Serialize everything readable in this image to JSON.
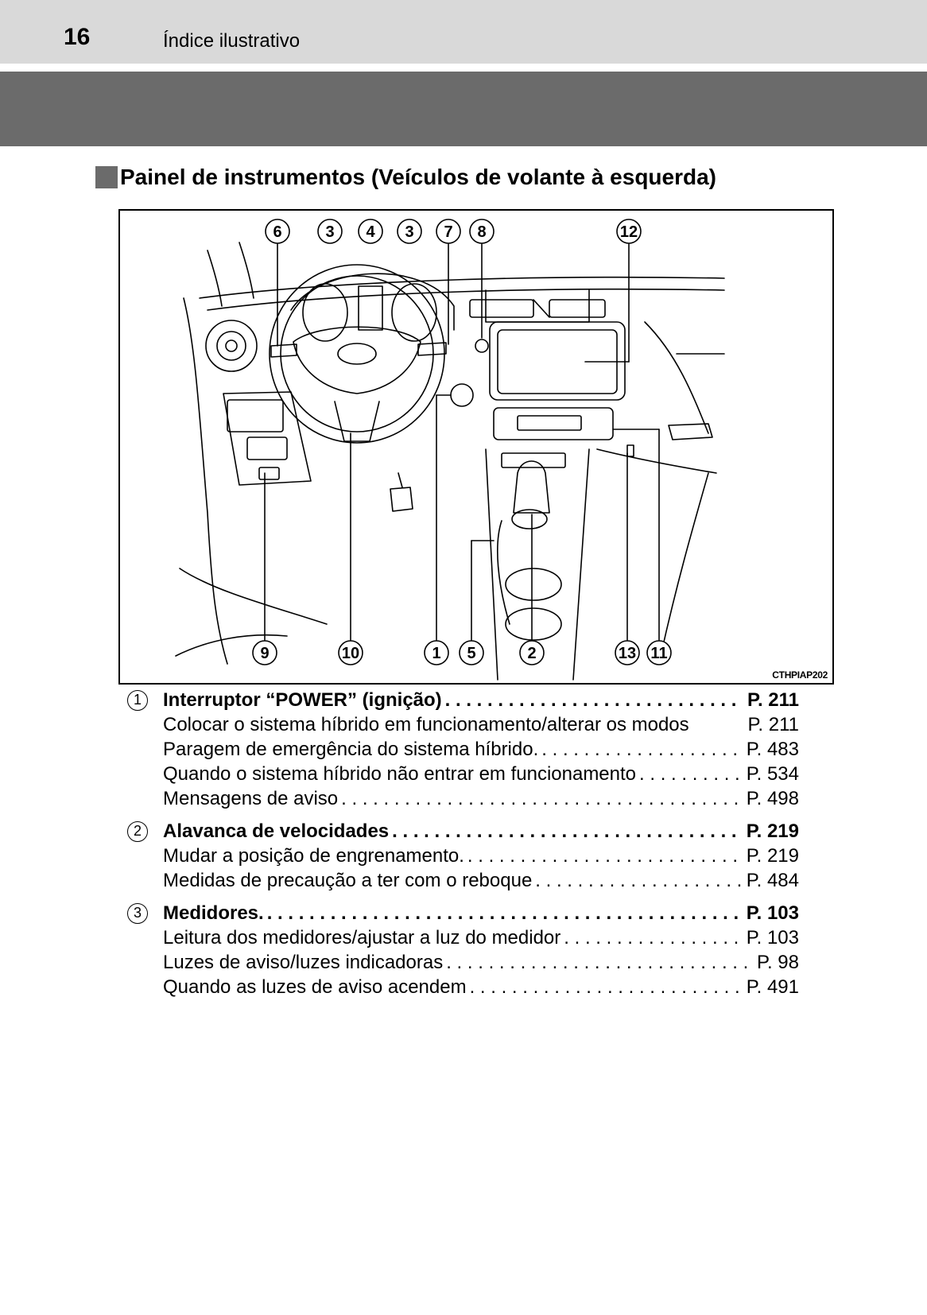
{
  "header": {
    "page_number": "16",
    "section": "Índice ilustrativo"
  },
  "section_heading": "Painel de instrumentos (Veículos de volante à esquerda)",
  "figure": {
    "code": "CTHPIAP202",
    "top_callouts": [
      "6",
      "3",
      "4",
      "3",
      "7",
      "8",
      "12"
    ],
    "bottom_callouts": [
      "9",
      "10",
      "1",
      "5",
      "2",
      "13",
      "11"
    ]
  },
  "entries": [
    {
      "number": "1",
      "title": "Interruptor “POWER” (ignição)",
      "page": "P. 211",
      "subitems": [
        {
          "label": "Colocar o sistema híbrido em funcionamento/alterar os modos",
          "page": "P. 211"
        },
        {
          "label": "Paragem de emergência do sistema híbrido.",
          "page": "P. 483"
        },
        {
          "label": "Quando o sistema híbrido não entrar em funcionamento",
          "page": "P. 534"
        },
        {
          "label": "Mensagens de aviso",
          "page": "P. 498"
        }
      ]
    },
    {
      "number": "2",
      "title": "Alavanca de velocidades",
      "page": "P. 219",
      "subitems": [
        {
          "label": "Mudar a posição de engrenamento.",
          "page": "P. 219"
        },
        {
          "label": "Medidas de precaução a ter com o reboque",
          "page": "P. 484"
        }
      ]
    },
    {
      "number": "3",
      "title": "Medidores.",
      "page": "P. 103",
      "subitems": [
        {
          "label": "Leitura dos medidores/ajustar a luz do medidor",
          "page": "P. 103"
        },
        {
          "label": "Luzes de aviso/luzes indicadoras",
          "page": "P. 98"
        },
        {
          "label": "Quando as luzes de aviso acendem",
          "page": "P. 491"
        }
      ]
    }
  ]
}
